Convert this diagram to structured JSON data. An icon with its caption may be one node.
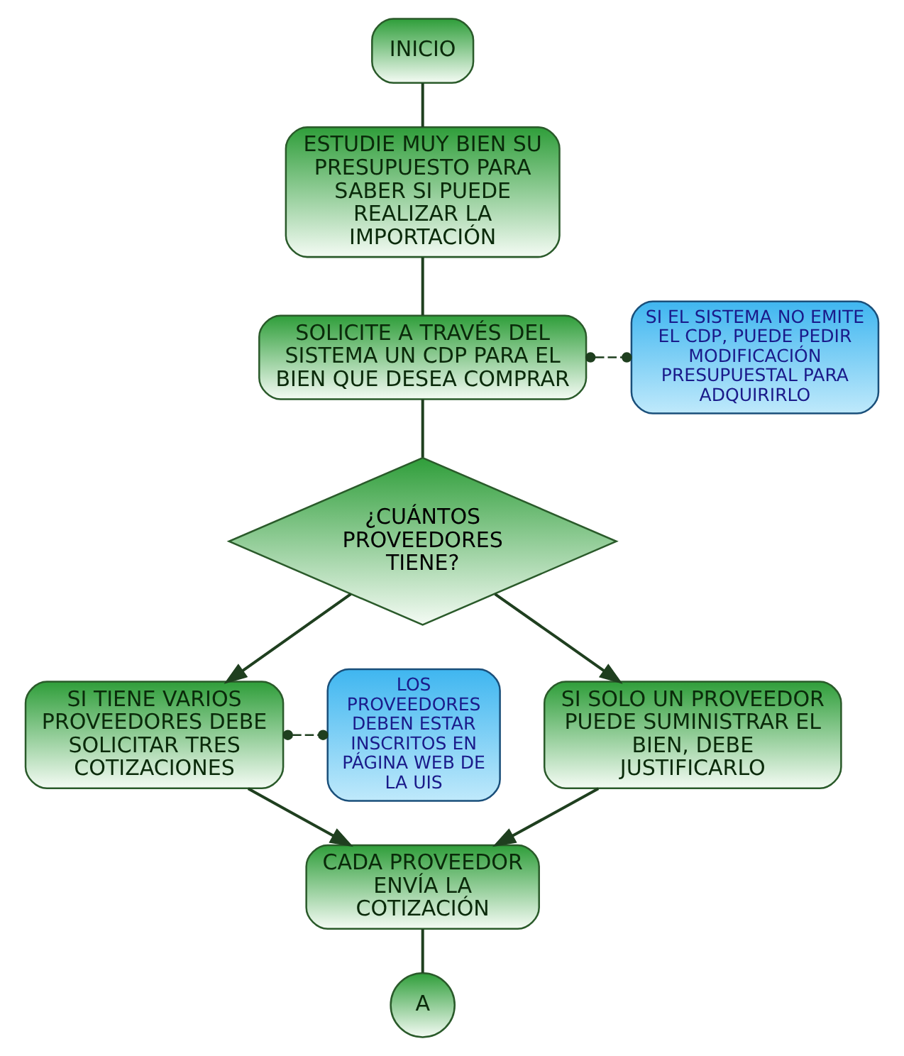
{
  "diagram": {
    "nodes": [
      {
        "text": [
          "INICIO"
        ]
      },
      {
        "text": [
          "ESTUDIE MUY BIEN SU PRESUPUESTO PARA SABER SI PUEDE REALIZAR LA IMPORTACIÓN"
        ]
      },
      {
        "text": [
          "SI EL SISTEMA NO EMITE EL CDP, PUEDE PEDIR MODIFICACIÓN PRESUPUESTAL PARA ADQUIRIRLO"
        ]
      },
      {
        "text": [
          "SOLICITE A TRAVÉS DEL SISTEMA UN CDP PARA EL BIEN QUE DESEA COMPRAR"
        ]
      },
      {
        "text": [
          "¿CUÁNTOS PROVEEDORES TIENE?"
        ]
      },
      {
        "text": [
          "LOS PROVEEDORES DEBEN ESTAR INSCRITOS EN PÁGINA WEB DE LA UIS"
        ]
      },
      {
        "text": [
          "SI TIENE VARIOS PROVEEDORES DEBE SOLICITAR TRES COTIZACIONES"
        ]
      },
      {
        "text": [
          "SI SOLO UN PROVEEDOR PUEDE SUMINISTRAR EL BIEN, DEBE JUSTIFICARLO"
        ]
      },
      {
        "text": [
          "CADA PROVEEDOR ENVÍA LA COTIZACIÓN"
        ]
      },
      {
        "text": [
          "A"
        ]
      }
    ],
    "edges": [
      {
        "from": 0,
        "to": 1,
        "arrow": "none"
      },
      {
        "from": 1,
        "to": 3,
        "arrow": "none"
      },
      {
        "from": 3,
        "to": 2,
        "arrow": "other",
        "style": "dashed"
      },
      {
        "from": 3,
        "to": 4,
        "arrow": "none"
      },
      {
        "from": 4,
        "to": 6,
        "arrow": "to"
      },
      {
        "from": 4,
        "to": 7,
        "arrow": "to"
      },
      {
        "from": 6,
        "to": 5,
        "arrow": "other",
        "style": "dashed"
      },
      {
        "from": 6,
        "to": 8,
        "arrow": "to"
      },
      {
        "from": 7,
        "to": 8,
        "arrow": "to"
      },
      {
        "from": 8,
        "to": 9,
        "arrow": "none"
      }
    ]
  }
}
